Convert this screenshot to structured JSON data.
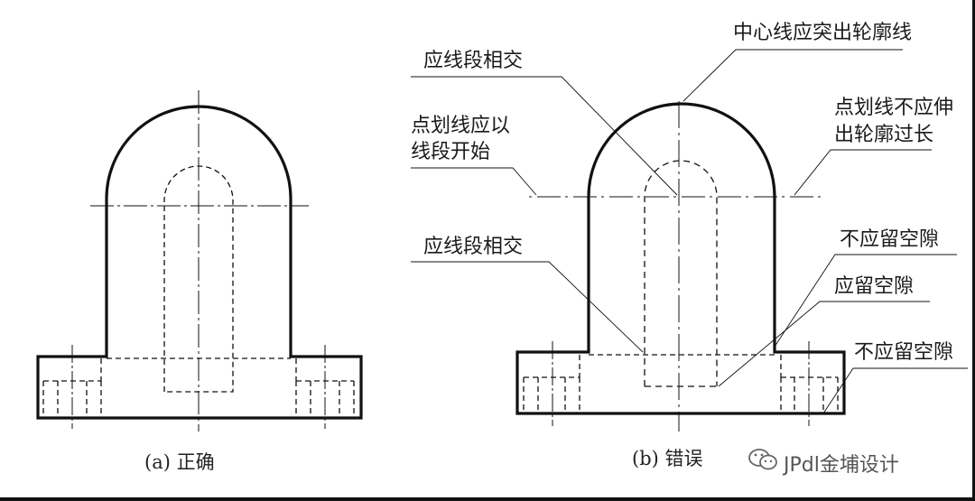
{
  "captions": {
    "a": "(a)  正确",
    "b": "(b)  错误"
  },
  "annotations": {
    "center_line_protrude": "中心线应突出轮廓线",
    "should_intersect_top": "应线段相交",
    "dashdot_start_line1": "点划线应以",
    "dashdot_start_line2": "线段开始",
    "dashdot_not_extend_line1": "点划线不应伸",
    "dashdot_not_extend_line2": "出轮廓过长",
    "should_intersect_mid": "应线段相交",
    "no_gap_1": "不应留空隙",
    "should_gap": "应留空隙",
    "no_gap_2": "不应留空隙"
  },
  "watermark": {
    "text": "JPdl金埔设计",
    "icon": "wechat-icon"
  },
  "colors": {
    "line": "#111111",
    "background": "#ffffff"
  }
}
